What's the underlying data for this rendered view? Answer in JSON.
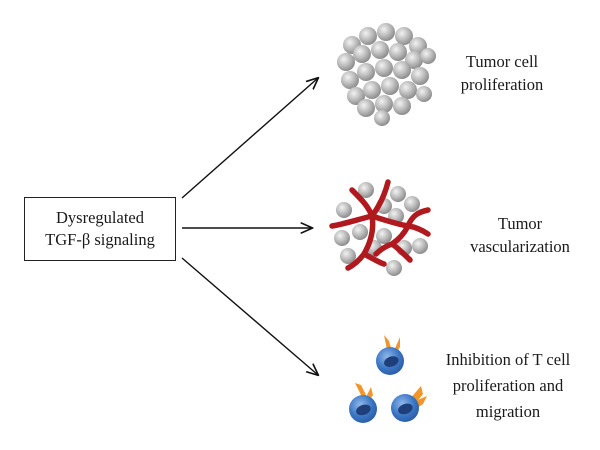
{
  "source": {
    "line1": "Dysregulated",
    "line2": "TGF-β signaling"
  },
  "outcomes": [
    {
      "id": "proliferation",
      "lines": [
        "Tumor cell",
        "proliferation"
      ]
    },
    {
      "id": "vascularization",
      "lines": [
        "Tumor",
        "vascularization"
      ]
    },
    {
      "id": "tcell",
      "lines": [
        "Inhibition of T cell",
        "proliferation and",
        "migration"
      ]
    }
  ],
  "colors": {
    "tumor_cell": "#b9b9b9",
    "vessel": "#b0191e",
    "t_cell": "#3b76c4",
    "t_cell_nucleus": "#1f3f7a",
    "receptor": "#f0962c",
    "arrow": "#111111"
  },
  "icons": [
    "arrow-icon",
    "tumor-cell-cluster-icon",
    "vascularized-tumor-icon",
    "t-cell-icon"
  ]
}
